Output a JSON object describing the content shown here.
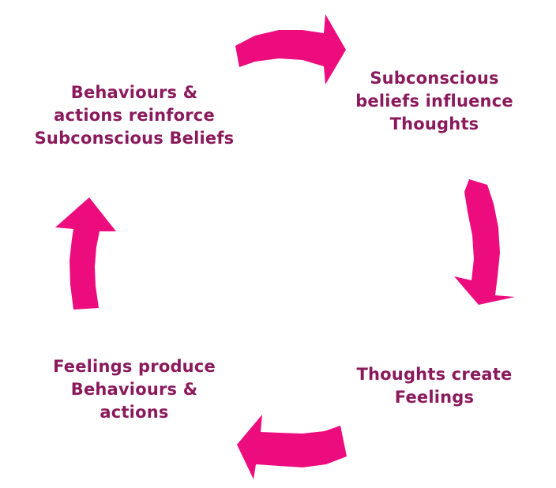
{
  "colors": {
    "arrow": "#ec0c7e",
    "text": "#8a1a5b",
    "background": "#ffffff"
  },
  "nodes": {
    "top_left": [
      "Behaviours &",
      "actions reinforce",
      "Subconscious Beliefs"
    ],
    "top_right": [
      "Subconscious",
      "beliefs influence",
      "Thoughts"
    ],
    "bottom_right": [
      "Thoughts create",
      "Feelings"
    ],
    "bottom_left": [
      "Feelings produce",
      "Behaviours &",
      "actions"
    ]
  },
  "arrows": [
    {
      "name": "arrow-top",
      "icon": "curved-arrow-right-icon"
    },
    {
      "name": "arrow-right",
      "icon": "curved-arrow-down-icon"
    },
    {
      "name": "arrow-bottom",
      "icon": "curved-arrow-left-icon"
    },
    {
      "name": "arrow-left",
      "icon": "curved-arrow-up-icon"
    }
  ]
}
